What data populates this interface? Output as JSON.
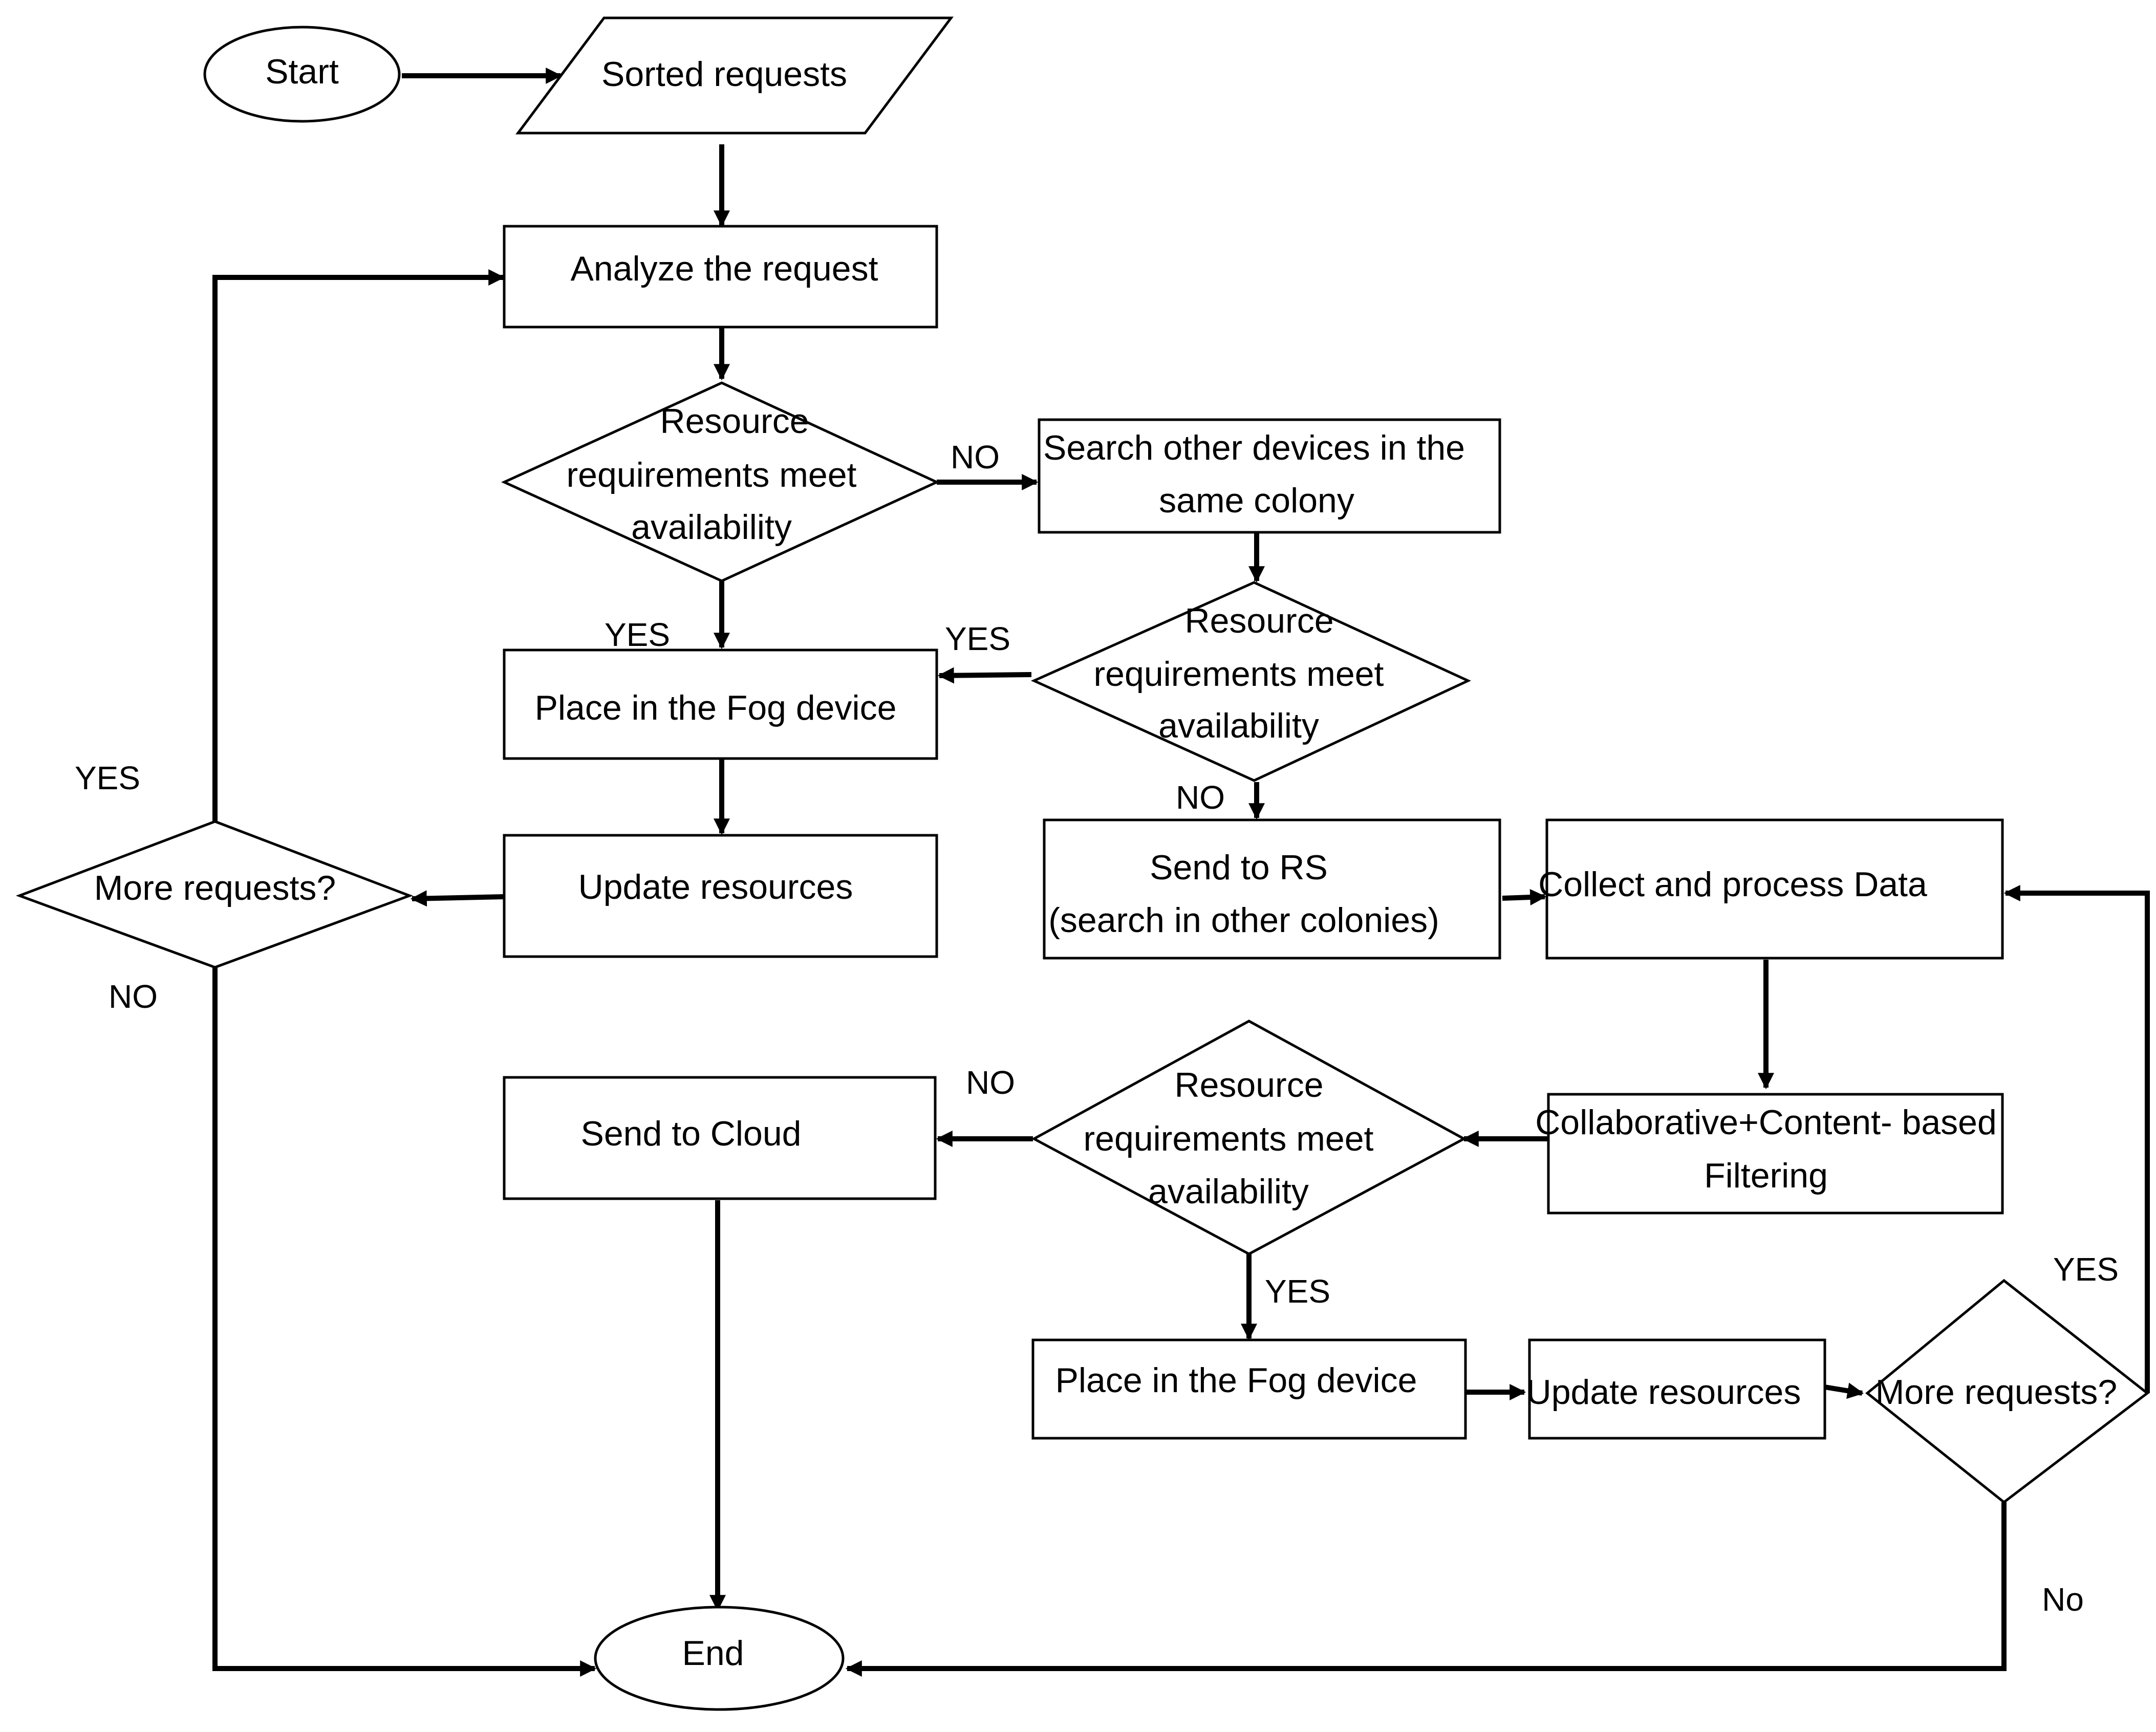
{
  "diagram": {
    "nodes": {
      "start": {
        "text": "Start"
      },
      "sorted_requests": {
        "text": "Sorted requests"
      },
      "analyze": {
        "text": "Analyze the request"
      },
      "decision_1": {
        "lines": [
          "Resource",
          "requirements meet",
          "availability"
        ]
      },
      "search_colony": {
        "lines": [
          "Search other devices in the",
          "same colony"
        ]
      },
      "decision_2": {
        "lines": [
          "Resource",
          "requirements meet",
          "availability"
        ]
      },
      "place_fog_1": {
        "text": "Place in the Fog device"
      },
      "update_1": {
        "text": "Update resources"
      },
      "more_1": {
        "text": "More requests?"
      },
      "send_rs": {
        "lines": [
          "Send to RS",
          "(search in other colonies)"
        ]
      },
      "collect": {
        "text": "Collect and process Data"
      },
      "filtering": {
        "lines": [
          "Collaborative+Content- based",
          "Filtering"
        ]
      },
      "decision_3": {
        "lines": [
          "Resource",
          "requirements meet",
          "availability"
        ]
      },
      "send_cloud": {
        "text": "Send to Cloud"
      },
      "place_fog_2": {
        "text": "Place in the Fog device"
      },
      "update_2": {
        "text": "Update resources"
      },
      "more_2": {
        "text": "More requests?"
      },
      "end": {
        "text": "End"
      }
    },
    "edge_labels": {
      "d1_no": "NO",
      "d1_yes": "YES",
      "d2_yes": "YES",
      "d2_no": "NO",
      "more1_yes": "YES",
      "more1_no": "NO",
      "d3_no": "NO",
      "d3_yes": "YES",
      "more2_yes": "YES",
      "more2_no": "No"
    }
  }
}
